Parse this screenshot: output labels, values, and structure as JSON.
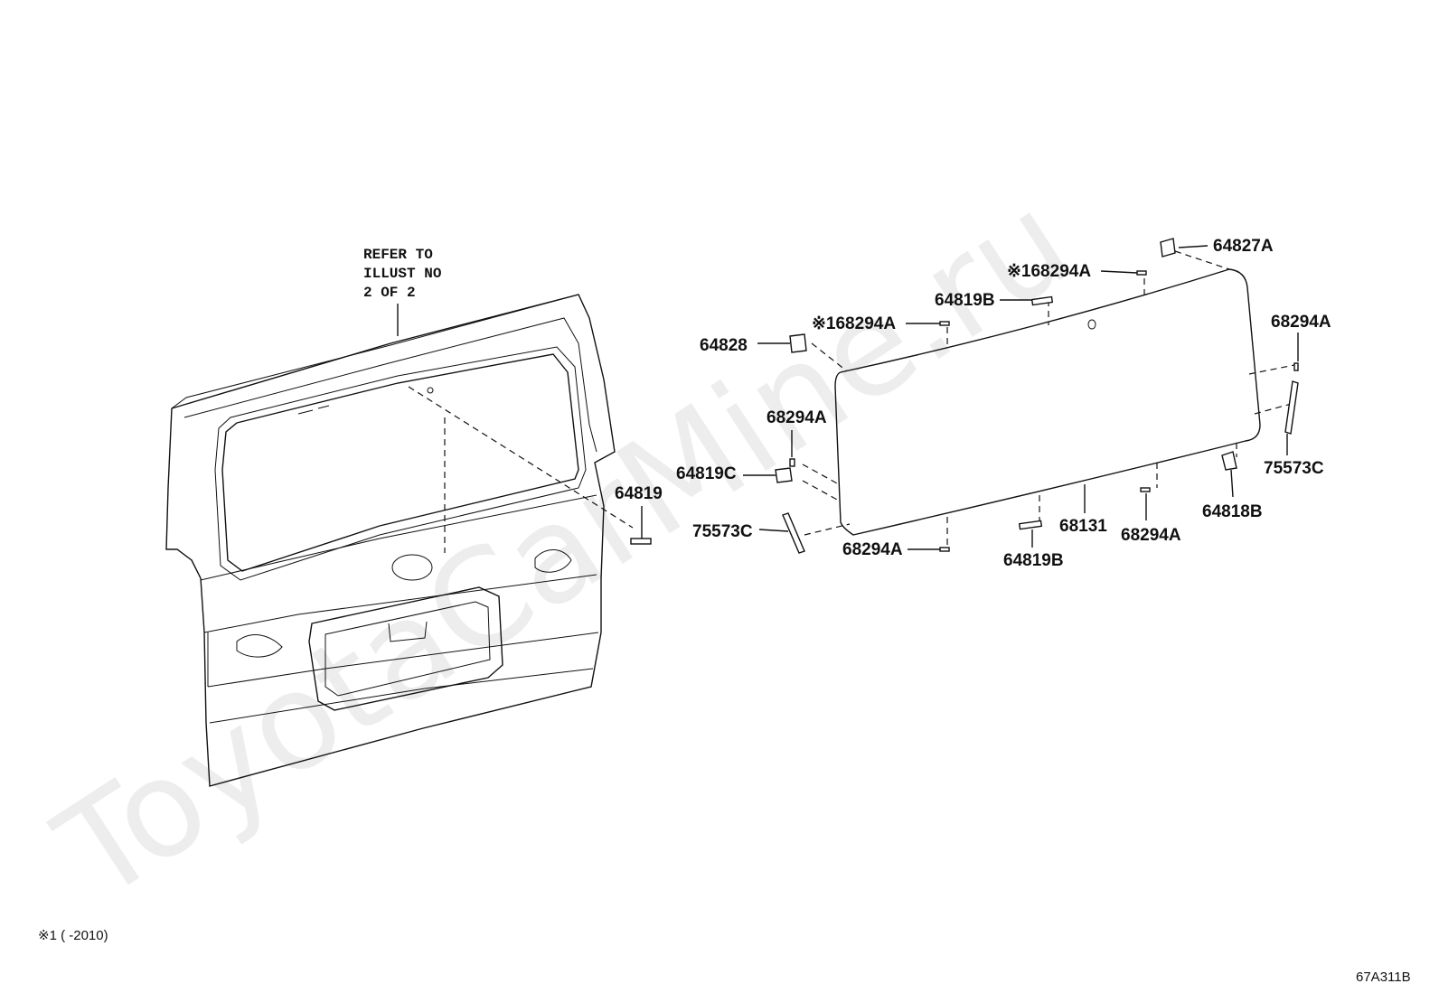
{
  "watermark": "ToyotaCarMine.ru",
  "refer_note": [
    "REFER TO",
    "ILLUST NO",
    "2 OF 2"
  ],
  "labels": {
    "p64827A": "64827A",
    "p68294A_top": "※168294A",
    "p64819B_top": "64819B",
    "p68294A_mid": "※168294A",
    "p64828": "64828",
    "p68294A_right": "68294A",
    "p68294A_left": "68294A",
    "p64819C": "64819C",
    "p64819": "64819",
    "p75573C_left": "75573C",
    "p75573C_right": "75573C",
    "p64818B": "64818B",
    "p68131": "68131",
    "p68294A_bottom_right": "68294A",
    "p68294A_bottom_left": "68294A",
    "p64819B_bottom": "64819B"
  },
  "footnote": "※1 (        -2010)",
  "figure_code": "67A311B"
}
